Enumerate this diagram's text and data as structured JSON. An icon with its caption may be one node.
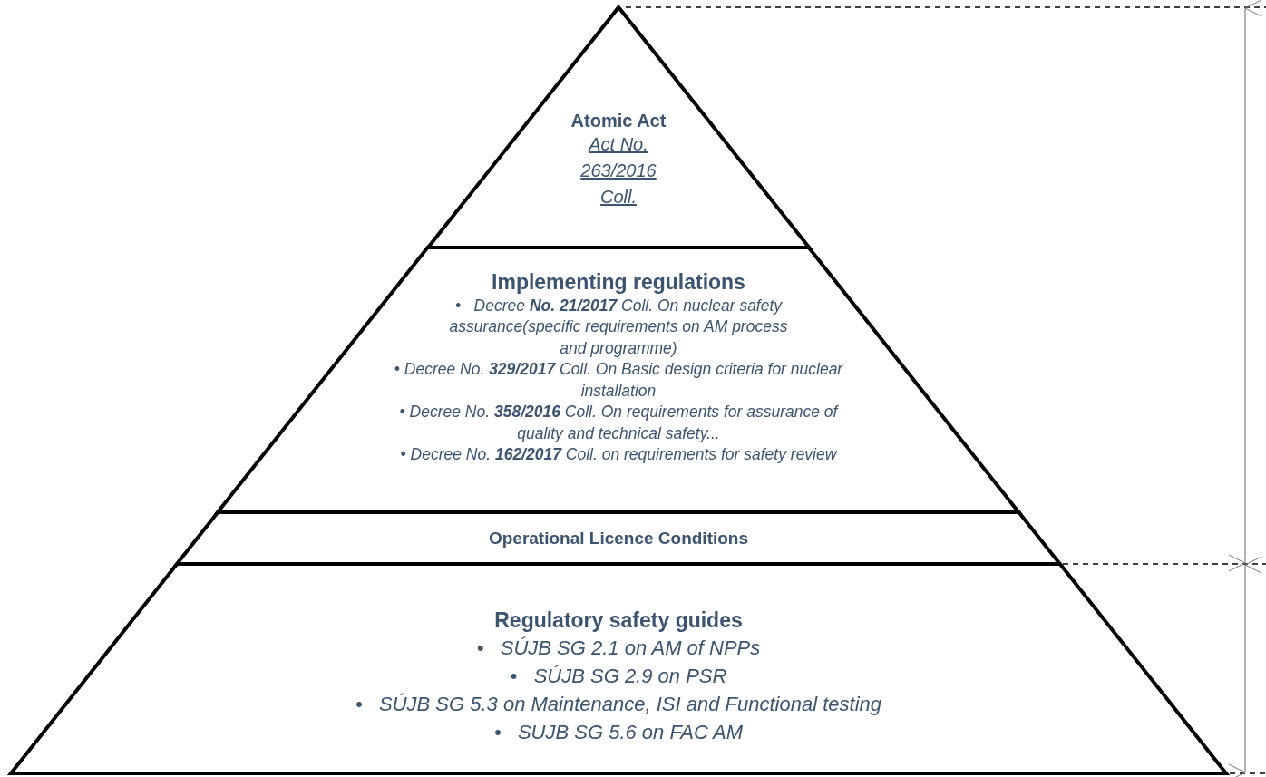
{
  "diagram": {
    "nodes": [
      {
        "text": [
          "Atomic Act",
          "Act No. 263/2016 Coll."
        ]
      },
      {
        "text": [
          "Implementing regulations",
          "•   Decree **No. 21/2017** Coll. On nuclear safety assurance(specific requirements on AM process and programme)",
          "• Decree No. **329/2017** Coll. On Basic design criteria for nuclear installation",
          "• Decree No. **358/2016** Coll. On requirements for assurance of quality and technical safety...",
          "• Decree No. **162/2017** Coll. on requirements for safety review"
        ]
      },
      {
        "text": [
          "Operational Licence Conditions"
        ]
      },
      {
        "text": [
          "Regulatory safety guides",
          "•   SÚJB SG 2.1 on AM of NPPs",
          "•   SÚJB SG 2.9 on PSR",
          "•   SÚJB SG 5.3 on Maintenance, ISI and Functional testing",
          "•   SUJB SG 5.6 on FAC AM"
        ]
      }
    ],
    "edges": []
  }
}
